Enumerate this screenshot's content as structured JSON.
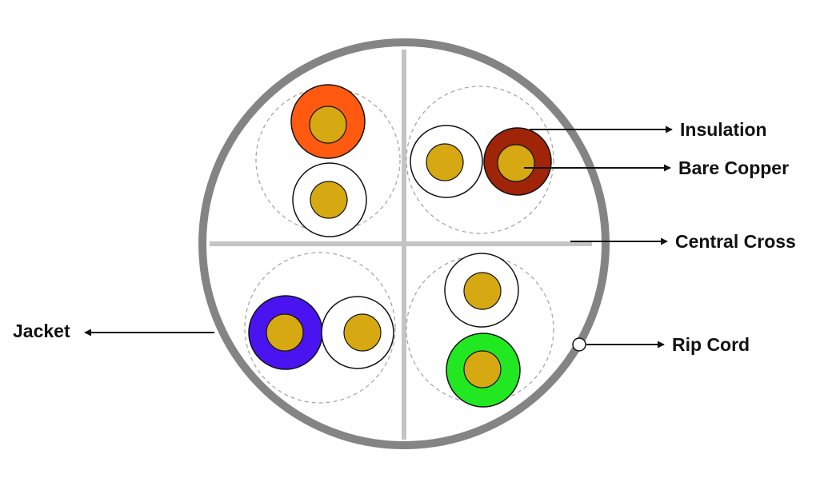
{
  "labels": {
    "insulation": "Insulation",
    "bare_copper": "Bare Copper",
    "central_cross": "Central Cross",
    "jacket": "Jacket",
    "rip_cord": "Rip Cord"
  },
  "colors": {
    "jacket": "#848484",
    "cross": "#c4c4c4",
    "copper": "#d6a812",
    "orange": "#ff5a10",
    "brown": "#a02408",
    "blue": "#4a14f0",
    "green": "#22e822",
    "white": "#ffffff",
    "pair_outline": "#a8a8a8"
  }
}
